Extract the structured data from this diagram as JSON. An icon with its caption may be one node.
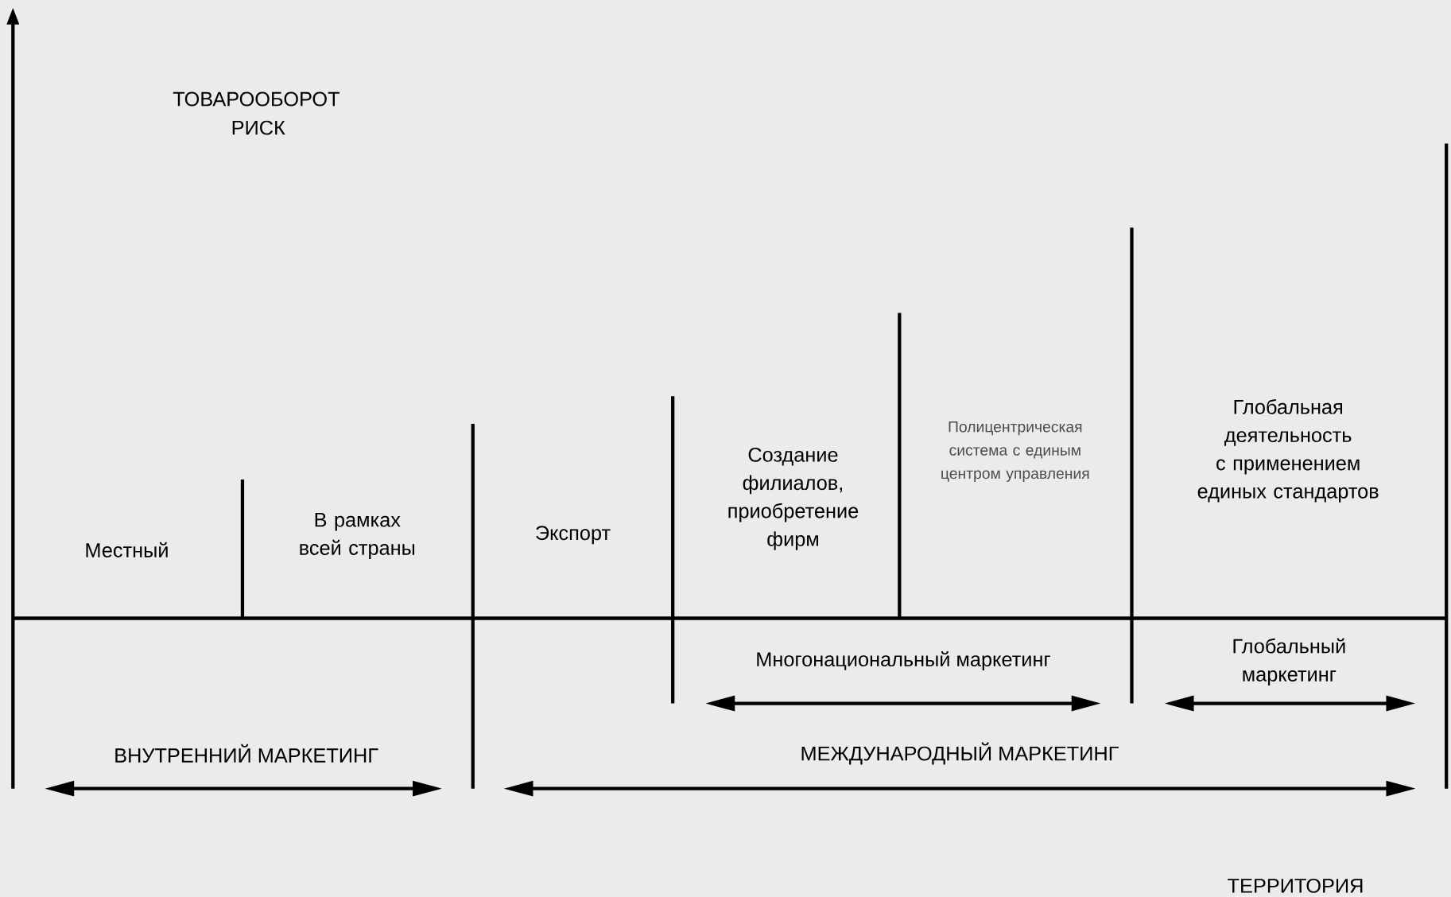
{
  "diagram": {
    "labels": [
      "ТОВАРООБОРОТ",
      "РИСК",
      "Местный",
      "В рамках всей страны",
      "Экспорт",
      "Создание филиалов, приобретение фирм",
      "Полицентрическая система с единым центром управления",
      "Глобальная деятельность с применением единых стандартов",
      "Многонациональный маркетинг",
      "Глобальный маркетинг",
      "ВНУТРЕННИЙ МАРКЕТИНГ",
      "МЕЖДУНАРОДНЫЙ МАРКЕТИНГ",
      "ТЕРРИТОРИЯ"
    ]
  }
}
